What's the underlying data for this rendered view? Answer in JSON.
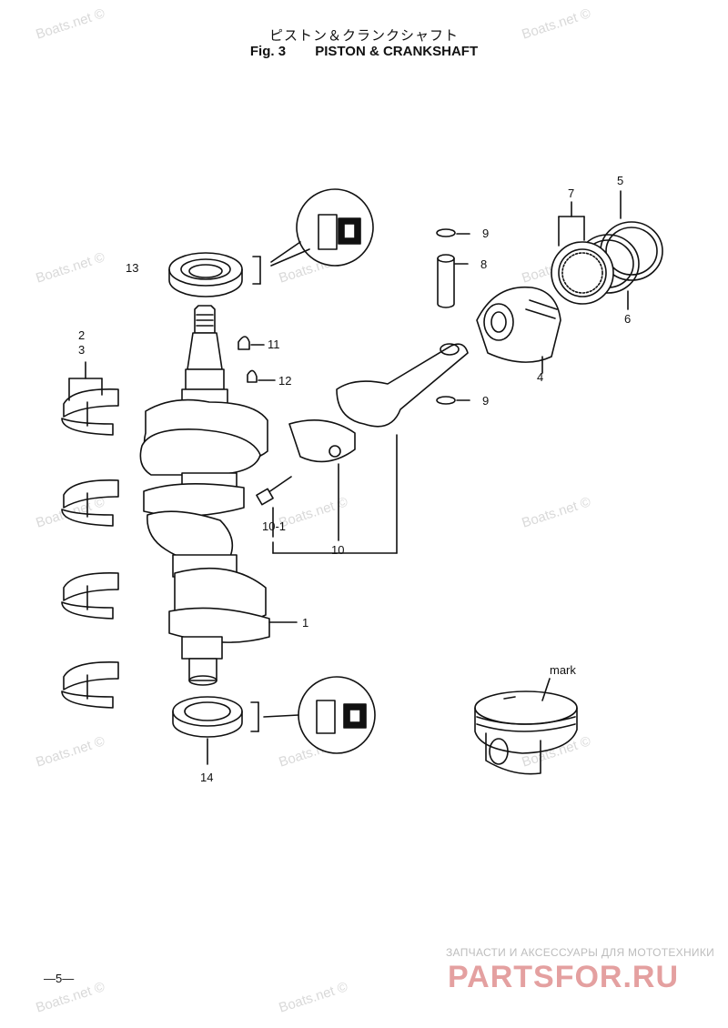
{
  "header": {
    "title_jp": "ピストン＆クランクシャフト",
    "fig_label": "Fig. 3",
    "title_en": "PISTON & CRANKSHAFT"
  },
  "callouts": {
    "c1": "1",
    "c2": "2",
    "c3": "3",
    "c4": "4",
    "c5": "5",
    "c6": "6",
    "c7": "7",
    "c8": "8",
    "c9a": "9",
    "c9b": "9",
    "c10": "10",
    "c10_1": "10-1",
    "c11": "11",
    "c12": "12",
    "c13": "13",
    "c14": "14",
    "mark": "mark"
  },
  "watermark": "Boats.net ©",
  "footer": {
    "page": "—5—",
    "brand_tagline": "ЗАПЧАСТИ И АКСЕССУАРЫ ДЛЯ МОТОТЕХНИКИ",
    "brand_logo": "PARTSFOR.RU"
  }
}
